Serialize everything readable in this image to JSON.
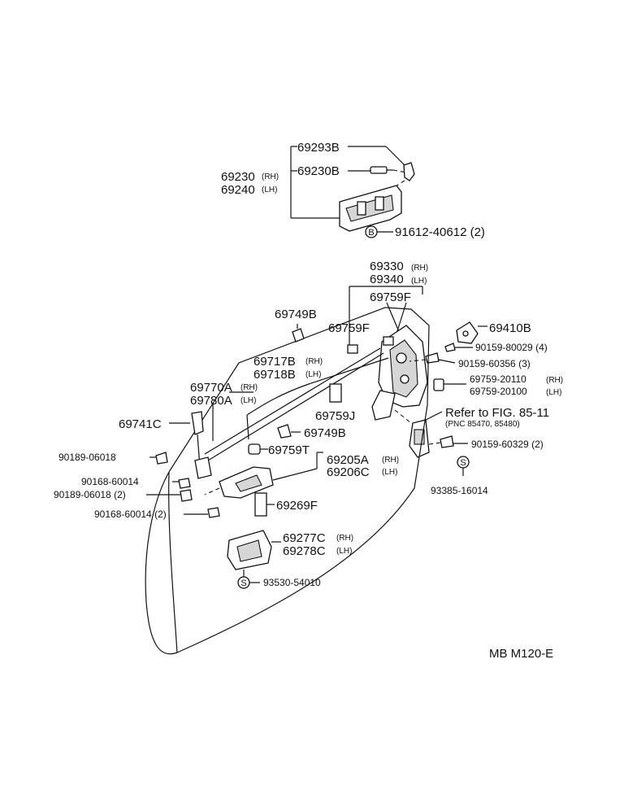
{
  "labels": {
    "p69293B": "69293B",
    "p69230_rh": "69230",
    "p69240_lh": "69240",
    "rh": "(RH)",
    "lh": "(LH)",
    "p69230B": "69230B",
    "p91612": "91612-40612 (2)",
    "p69330": "69330",
    "p69340": "69340",
    "p69759F_a": "69759F",
    "p69759F_b": "69759F",
    "p69749B_a": "69749B",
    "p69749B_b": "69749B",
    "p69410B": "69410B",
    "p90159_80029": "90159-80029 (4)",
    "p90159_60356": "90159-60356 (3)",
    "p69759_20110": "69759-20110",
    "p69759_20100": "69759-20100",
    "refer": "Refer to FIG. 85-11",
    "pnc": "(PNC 85470, 85480)",
    "p90159_60329": "90159-60329 (2)",
    "p93385": "93385-16014",
    "p69717B": "69717B",
    "p69718B": "69718B",
    "p69770A": "69770A",
    "p69780A": "69780A",
    "p69741C": "69741C",
    "p69759J": "69759J",
    "p69759T": "69759T",
    "p69205A": "69205A",
    "p69206C": "69206C",
    "p90189_a": "90189-06018",
    "p90168_a": "90168-60014",
    "p90189_b": "90189-06018 (2)",
    "p90168_b": "90168-60014 (2)",
    "p69269F": "69269F",
    "p69277C": "69277C",
    "p69278C": "69278C",
    "p93530": "93530-54010",
    "figcode": "MB M120-E",
    "sym_b": "B",
    "sym_s": "S"
  }
}
